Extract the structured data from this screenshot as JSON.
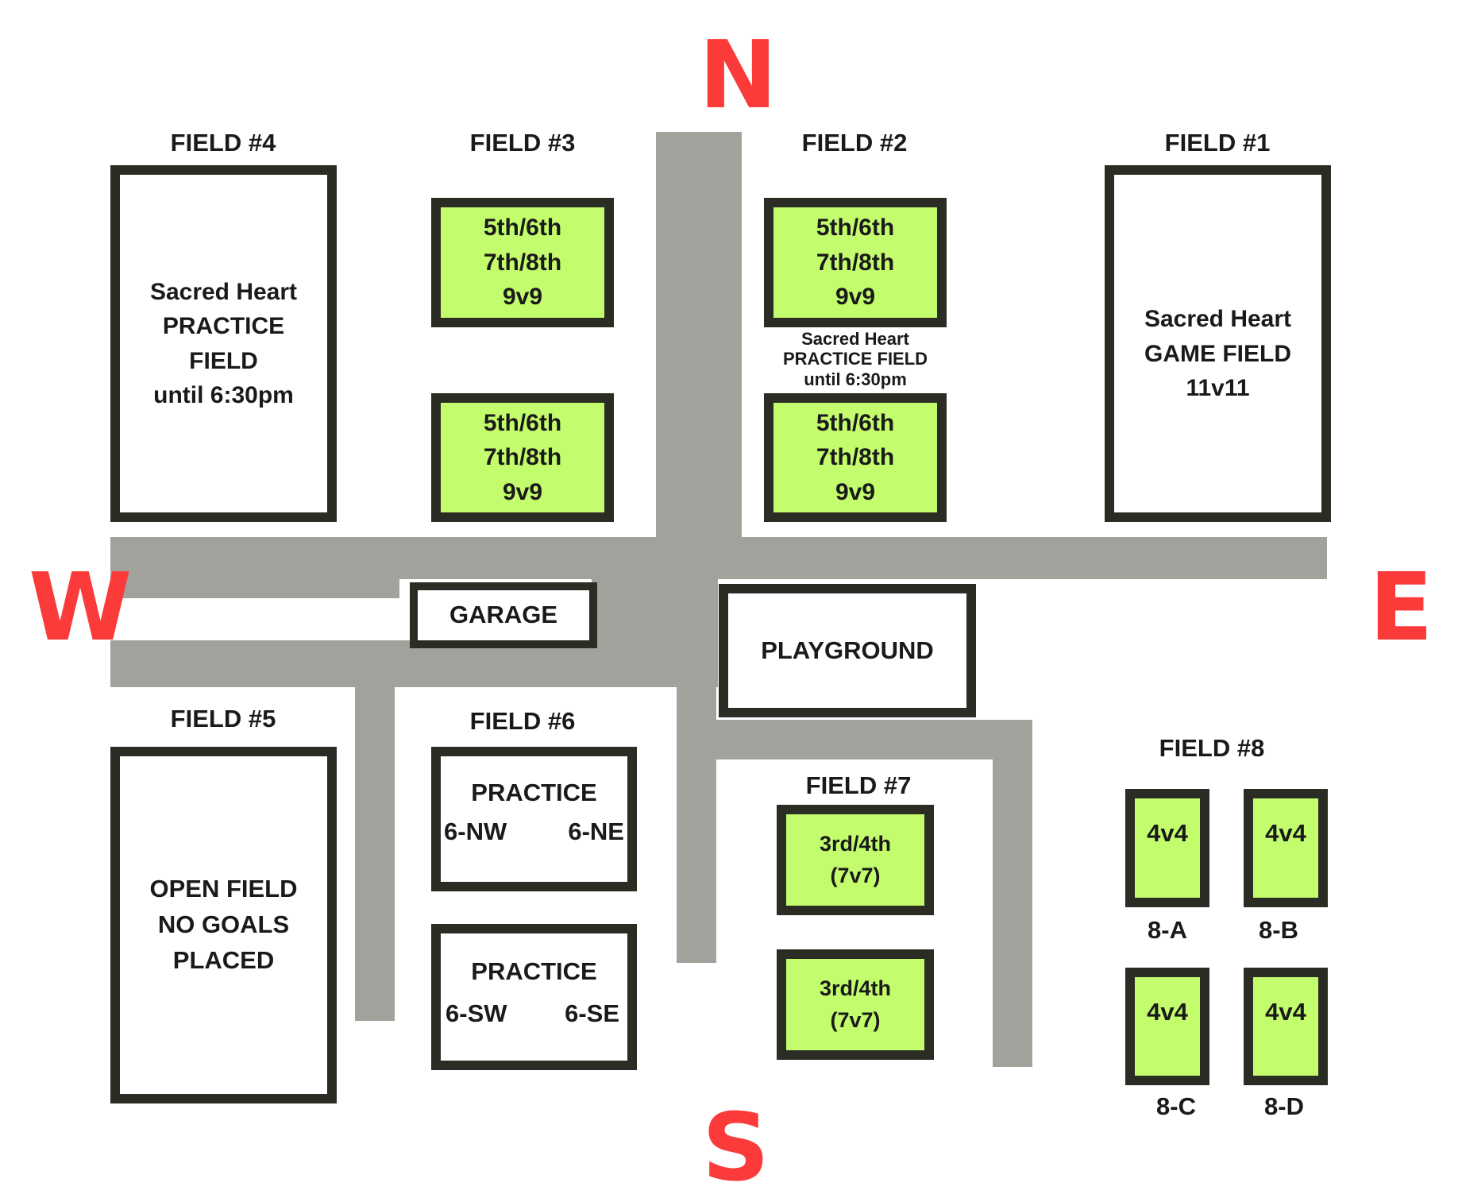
{
  "compass": {
    "north": "N",
    "south": "S",
    "east": "E",
    "west": "W"
  },
  "fields": {
    "f4": {
      "title": "FIELD #4",
      "lines": [
        "Sacred Heart",
        "PRACTICE",
        "FIELD",
        "until 6:30pm"
      ]
    },
    "f3": {
      "title": "FIELD #3",
      "top": [
        "5th/6th",
        "7th/8th",
        "9v9"
      ],
      "bottom": [
        "5th/6th",
        "7th/8th",
        "9v9"
      ]
    },
    "f2": {
      "title": "FIELD #2",
      "top": [
        "5th/6th",
        "7th/8th",
        "9v9"
      ],
      "note": [
        "Sacred Heart",
        "PRACTICE FIELD",
        "until 6:30pm"
      ],
      "bottom": [
        "5th/6th",
        "7th/8th",
        "9v9"
      ]
    },
    "f1": {
      "title": "FIELD #1",
      "lines": [
        "Sacred Heart",
        "GAME FIELD",
        "11v11"
      ]
    },
    "f5": {
      "title": "FIELD #5",
      "lines": [
        "OPEN FIELD",
        "NO GOALS",
        "PLACED"
      ]
    },
    "f6": {
      "title": "FIELD #6",
      "top": {
        "label": "PRACTICE",
        "left": "6-NW",
        "right": "6-NE"
      },
      "bottom": {
        "label": "PRACTICE",
        "left": "6-SW",
        "right": "6-SE"
      }
    },
    "f7": {
      "title": "FIELD #7",
      "top": [
        "3rd/4th",
        "(7v7)"
      ],
      "bottom": [
        "3rd/4th",
        "(7v7)"
      ]
    },
    "f8": {
      "title": "FIELD #8",
      "a": {
        "text": "4v4",
        "label": "8-A"
      },
      "b": {
        "text": "4v4",
        "label": "8-B"
      },
      "c": {
        "text": "4v4",
        "label": "8-C"
      },
      "d": {
        "text": "4v4",
        "label": "8-D"
      }
    }
  },
  "buildings": {
    "garage": "GARAGE",
    "playground": "PLAYGROUND"
  },
  "colors": {
    "road": "#a2a29d",
    "field_green": "#c3fc6c",
    "border": "#2b2d24",
    "compass": "#fb3a3a"
  }
}
